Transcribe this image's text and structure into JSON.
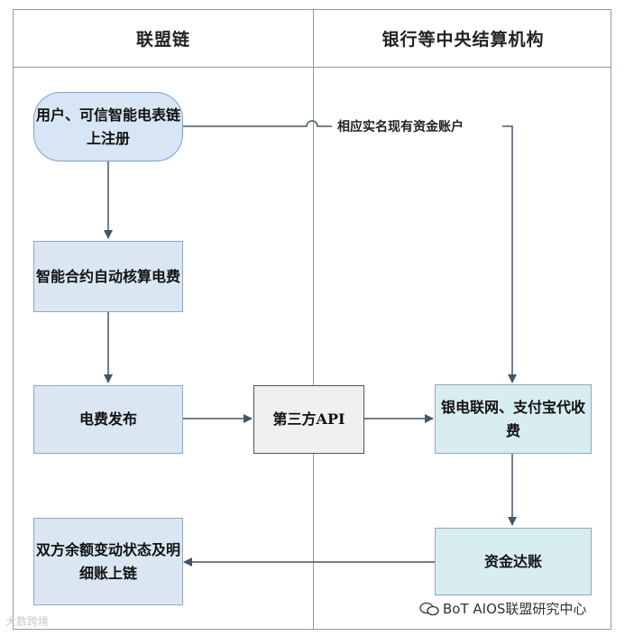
{
  "lanes": {
    "left": "联盟链",
    "right": "银行等中央结算机构"
  },
  "nodes": {
    "register": "用户、可信智能电表链上注册",
    "contract": "智能合约自动核算电费",
    "publish": "电费发布",
    "api": "第三方API",
    "payment": "银电联网、支付宝代收费",
    "settle": "资金达账",
    "onchain": "双方余额变动状态及明细账上链"
  },
  "edge_labels": {
    "account": "相应实名现有资金账户"
  },
  "watermarks": {
    "left": "大数跨境",
    "right": "BoT AIOS联盟研究中心"
  },
  "colors": {
    "lane_border": "#8a9bb0",
    "node_blue": "#dbe6f3",
    "node_teal": "#d8edf0",
    "arrow": "#445566"
  }
}
